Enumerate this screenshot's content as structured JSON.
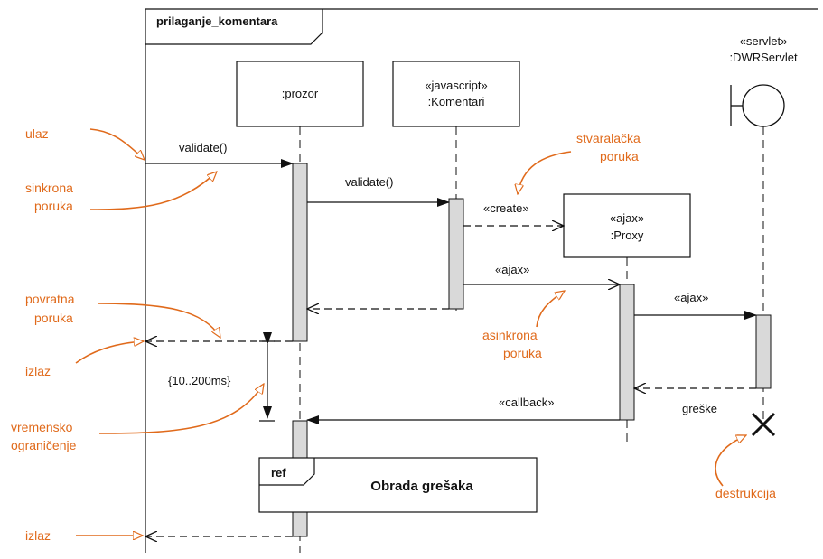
{
  "frame": {
    "title": "prilaganje_komentara"
  },
  "lifelines": {
    "prozor": {
      "name": ":prozor"
    },
    "komentari": {
      "stereotype": "«javascript»",
      "name": ":Komentari"
    },
    "proxy": {
      "stereotype": "«ajax»",
      "name": ":Proxy"
    },
    "servlet": {
      "stereotype": "«servlet»",
      "name": ":DWRServlet"
    }
  },
  "messages": {
    "m1": "validate()",
    "m2": "validate()",
    "m3": "«create»",
    "m4": "«ajax»",
    "m5": "«ajax»",
    "m6": "«callback»",
    "m7": "greške"
  },
  "constraint": {
    "label": "{10..200ms}"
  },
  "ref": {
    "tag": "ref",
    "label": "Obrada grešaka"
  },
  "annotations": {
    "ulaz": "ulaz",
    "sinkrona_1": "sinkrona",
    "sinkrona_2": "poruka",
    "povratna_1": "povratna",
    "povratna_2": "poruka",
    "izlaz_1": "izlaz",
    "vremensko_1": "vremensko",
    "vremensko_2": "ograničenje",
    "izlaz_2": "izlaz",
    "stvaralacka_1": "stvaralačka",
    "stvaralacka_2": "poruka",
    "asinkrona_1": "asinkrona",
    "asinkrona_2": "poruka",
    "destrukcija": "destrukcija"
  },
  "colors": {
    "annotation": "#e06a1b",
    "activation": "#d9d9d9",
    "line": "#111111"
  }
}
